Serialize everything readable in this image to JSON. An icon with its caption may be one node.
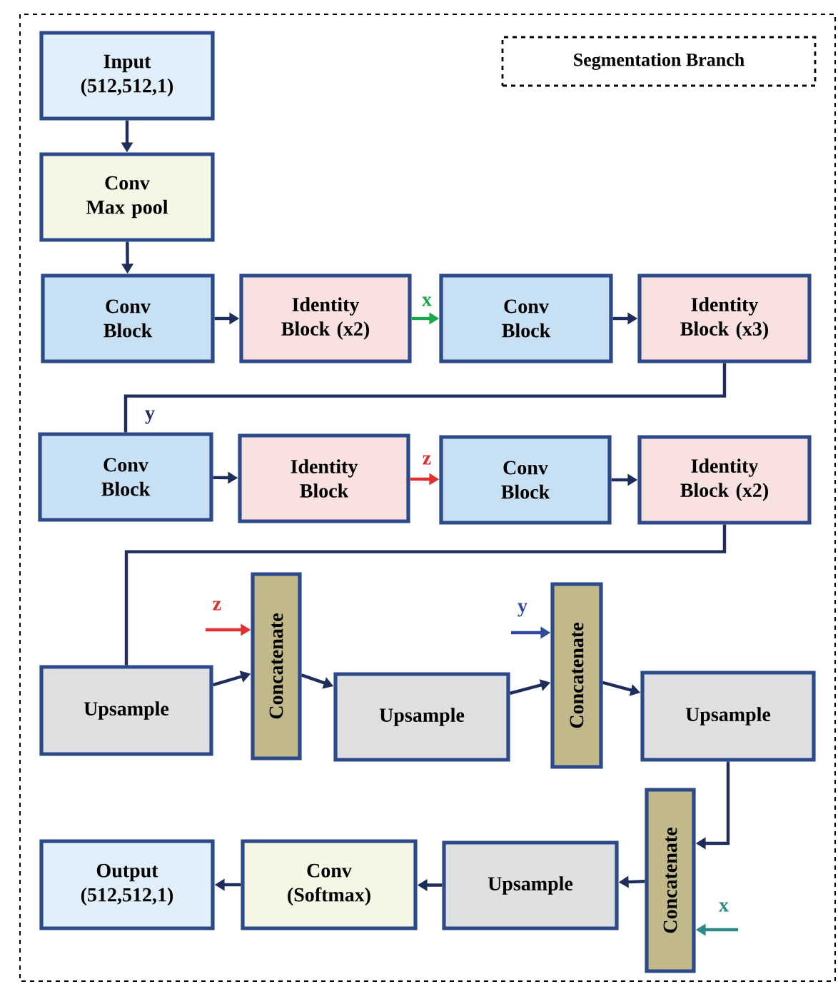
{
  "diagram": {
    "nodes": [
      {
        "text": [
          "Segmentation Branch"
        ]
      },
      {
        "text": [
          "Input (512,512,1)"
        ]
      },
      {
        "text": [
          "Conv Max pool"
        ]
      },
      {
        "text": [
          "Conv Block"
        ]
      },
      {
        "text": [
          "Identity Block (x2)"
        ]
      },
      {
        "text": [
          "Conv Block"
        ]
      },
      {
        "text": [
          "Identity Block (x3)"
        ]
      },
      {
        "text": [
          "Conv Block"
        ]
      },
      {
        "text": [
          "Identity Block"
        ]
      },
      {
        "text": [
          "Conv Block"
        ]
      },
      {
        "text": [
          "Identity Block (x2)"
        ]
      },
      {
        "text": [
          "Upsample"
        ]
      },
      {
        "text": [
          "Concatenate"
        ]
      },
      {
        "text": [
          "Upsample"
        ]
      },
      {
        "text": [
          "Concatenate"
        ]
      },
      {
        "text": [
          "Upsample"
        ]
      },
      {
        "text": [
          "Concatenate"
        ]
      },
      {
        "text": [
          "Upsample"
        ]
      },
      {
        "text": [
          "Conv (Softmax)"
        ]
      },
      {
        "text": [
          "Output (512,512,1)"
        ]
      }
    ],
    "edges": [
      {
        "from": 1,
        "to": 2,
        "arrow": "to"
      },
      {
        "from": 2,
        "to": 3,
        "arrow": "to"
      },
      {
        "from": 3,
        "to": 4,
        "arrow": "to"
      },
      {
        "from": 4,
        "to": 5,
        "arrow": "to",
        "label": "x",
        "color": "#1aa64a"
      },
      {
        "from": 5,
        "to": 6,
        "arrow": "to"
      },
      {
        "from": 6,
        "to": 7,
        "arrow": "none",
        "label": "y"
      },
      {
        "from": 7,
        "to": 8,
        "arrow": "to"
      },
      {
        "from": 8,
        "to": 9,
        "arrow": "to",
        "label": "z",
        "color": "#e03030"
      },
      {
        "from": 9,
        "to": 10,
        "arrow": "to"
      },
      {
        "from": 10,
        "to": 11,
        "arrow": "none"
      },
      {
        "from": 11,
        "to": 12,
        "arrow": "to"
      },
      {
        "from": null,
        "to": 12,
        "arrow": "to",
        "label": "z",
        "color": "#e03030"
      },
      {
        "from": 12,
        "to": 13,
        "arrow": "to"
      },
      {
        "from": 13,
        "to": 14,
        "arrow": "to"
      },
      {
        "from": null,
        "to": 14,
        "arrow": "to",
        "label": "y",
        "color": "#2e4a9e"
      },
      {
        "from": 14,
        "to": 15,
        "arrow": "to"
      },
      {
        "from": 15,
        "to": 16,
        "arrow": "to"
      },
      {
        "from": 16,
        "to": 17,
        "arrow": "to"
      },
      {
        "from": null,
        "to": 16,
        "arrow": "to",
        "label": "x",
        "color": "#2a8a8a"
      },
      {
        "from": 17,
        "to": 18,
        "arrow": "to"
      },
      {
        "from": 18,
        "to": 19,
        "arrow": "to"
      }
    ]
  }
}
